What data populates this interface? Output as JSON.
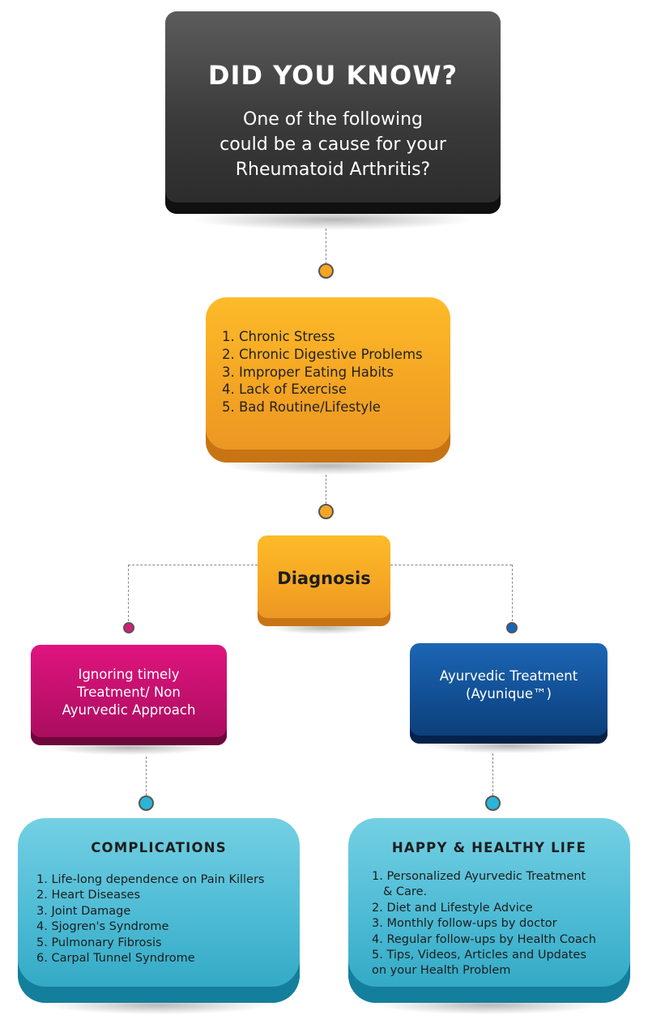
{
  "header": {
    "title": "DID YOU KNOW?",
    "subtitle_lines": [
      "One of the following",
      "could be a cause for your",
      "Rheumatoid Arthritis?"
    ]
  },
  "causes": {
    "items": [
      "1. Chronic Stress",
      "2. Chronic Digestive Problems",
      "3. Improper Eating Habits",
      "4. Lack of Exercise",
      "5. Bad Routine/Lifestyle"
    ]
  },
  "diagnosis": {
    "label": "Diagnosis"
  },
  "ignoring": {
    "lines": [
      "Ignoring timely",
      "Treatment/ Non",
      "Ayurvedic Approach"
    ]
  },
  "ayurvedic": {
    "lines": [
      "Ayurvedic Treatment",
      "(Ayunique™)"
    ]
  },
  "complications": {
    "title": "COMPLICATIONS",
    "items": [
      "1. Life-long dependence on Pain Killers",
      "2. Heart Diseases",
      "3. Joint Damage",
      "4. Sjogren's Syndrome",
      "5. Pulmonary Fibrosis",
      "6. Carpal Tunnel Syndrome"
    ]
  },
  "happy": {
    "title": "HAPPY & HEALTHY LIFE",
    "items": [
      "1. Personalized Ayurvedic Treatment",
      "& Care.",
      "2. Diet and Lifestyle Advice",
      "3. Monthly follow-ups by doctor",
      "4. Regular follow-ups by Health Coach",
      "5. Tips, Videos, Articles and Updates",
      "on your Health Problem"
    ]
  },
  "colors": {
    "header": "#3a3a3a",
    "orange": "#f5a623",
    "magenta": "#c0106c",
    "blue": "#114e92",
    "teal": "#4cbad4",
    "dot_orange": "#f5a623",
    "dot_magenta": "#d81b7a",
    "dot_blue": "#1565c0",
    "dot_teal": "#29b6d6"
  }
}
